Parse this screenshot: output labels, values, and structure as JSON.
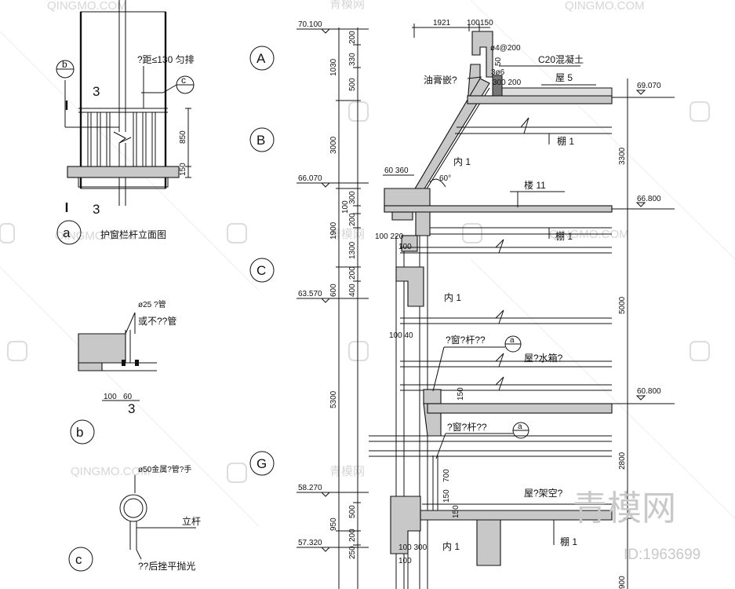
{
  "detail_a": {
    "spacing_note": "?距≤130 匀排",
    "dims": [
      "850",
      "150"
    ],
    "section_mark": "3",
    "title": "护窗栏杆立面图",
    "tag_b": "b",
    "tag_c": "c",
    "circle_label": "a"
  },
  "detail_b": {
    "pipe_line1": "ø25 ?管",
    "pipe_line2": "或不??管",
    "dims": [
      "100",
      "60"
    ],
    "section_mark": "3",
    "circle_label": "b"
  },
  "detail_c": {
    "rail_note": "ø50金属?管?手",
    "post_label": "立杆",
    "weld_note": "??后挫平抛光",
    "circle_label": "c"
  },
  "axes": [
    "A",
    "B",
    "C",
    "G"
  ],
  "levels": [
    "70.100",
    "66.070",
    "63.570",
    "58.270",
    "57.320",
    "69.070",
    "66.800",
    "60.800"
  ],
  "left_dims": [
    "200",
    "330",
    "1030",
    "500",
    "3000",
    "300",
    "100",
    "200",
    "1900",
    "1300",
    "200",
    "600",
    "400",
    "5300",
    "500",
    "950",
    "200",
    "250"
  ],
  "right_dims": [
    "3300",
    "5000",
    "2800",
    "900"
  ],
  "top_dims": [
    "1921",
    "100",
    "150"
  ],
  "section_labels": {
    "rebar": "ø4@200",
    "concrete": "C20混凝土",
    "oil": "油膏嵌?",
    "d300_200": "300 200",
    "d50": "50",
    "d3o6": "3ø6",
    "roof": "屋 5",
    "ceil1": "棚 1",
    "inner1": "内 1",
    "d60_360": "60 360",
    "angle60": "60°",
    "floor11": "楼 11",
    "ceil2": "棚 1",
    "d100_220": "100 220",
    "d100a": "100",
    "inner2": "内 1",
    "d100_40": "100 40",
    "window1": "?窗?杆??",
    "circ_a1": "a",
    "tank": "屋?水箱?",
    "d150a": "150",
    "window2": "?窗?杆??",
    "circ_a2": "a",
    "d700": "700",
    "d150b": "150",
    "d150c": "150",
    "overhead": "屋?架空?",
    "d100_300": "100 300",
    "d100b": "100",
    "inner3": "内 1",
    "ceil3": "棚 1"
  },
  "watermark": {
    "text": "QINGMO.COM",
    "cn": "青模网",
    "brand_big": "青模网",
    "id": "ID:1963699"
  }
}
